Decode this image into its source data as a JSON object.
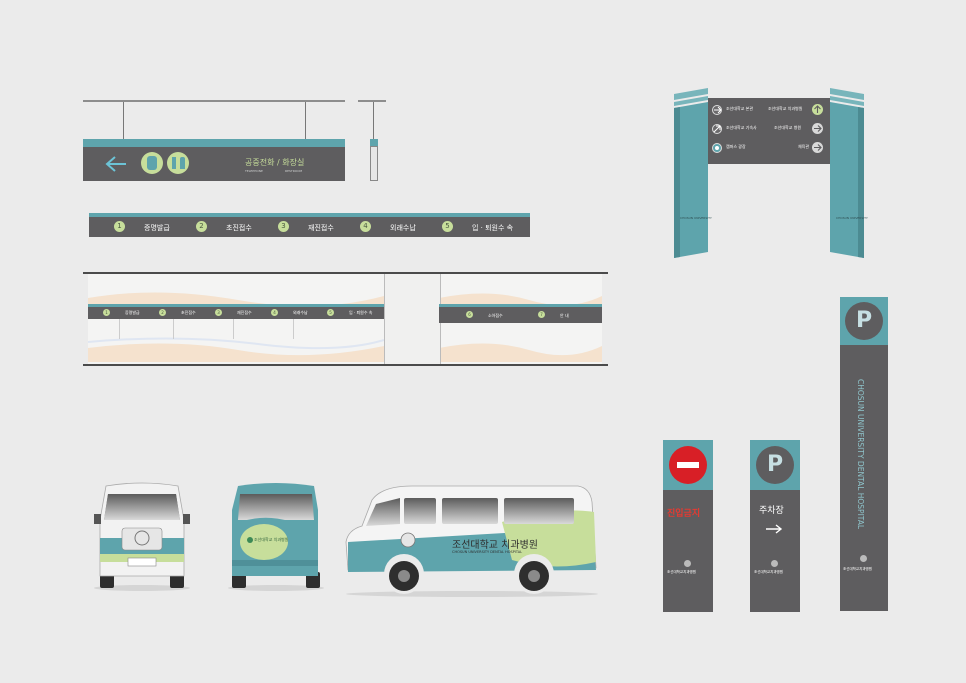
{
  "colors": {
    "teal": "#5ea4ac",
    "grey": "#5e5d5f",
    "green": "#c7de9b",
    "red": "#d81f26",
    "bg": "#ebebeb"
  },
  "hanging_sign": {
    "main_text": "공중전화 / 화장실",
    "sub_left": "TELEPHONE",
    "sub_right": "RESTROOM",
    "icons": [
      "arrow-left-icon",
      "telephone-icon",
      "restroom-icon"
    ]
  },
  "counter_sign": {
    "items": [
      {
        "num": "1",
        "label": "증명발급"
      },
      {
        "num": "2",
        "label": "초진접수"
      },
      {
        "num": "3",
        "label": "재진접수"
      },
      {
        "num": "4",
        "label": "외래수납"
      },
      {
        "num": "5",
        "label": "입 · 퇴원수 속"
      }
    ]
  },
  "reception_desk": {
    "left_items": [
      {
        "num": "1",
        "label": "증명발급"
      },
      {
        "num": "2",
        "label": "초진접수"
      },
      {
        "num": "3",
        "label": "재진접수"
      },
      {
        "num": "4",
        "label": "외래수납"
      },
      {
        "num": "5",
        "label": "입 · 퇴원수 속"
      }
    ],
    "right_items": [
      {
        "num": "6",
        "label": "소아접수"
      },
      {
        "num": "7",
        "label": "안 내"
      }
    ]
  },
  "gate_sign": {
    "left_rows": [
      {
        "icon": "arrow-right-icon",
        "label": "조선대학교 본관"
      },
      {
        "icon": "arrow-up-right-icon",
        "label": "조선대학교 기숙사"
      },
      {
        "icon": "campus-icon",
        "label": "캠퍼스 광장"
      }
    ],
    "right_rows": [
      {
        "label": "조선대학교 치과병원",
        "icon": "arrow-up-icon"
      },
      {
        "label": "조선대학교 병원",
        "icon": "arrow-right-icon"
      },
      {
        "label": "체육관",
        "icon": "arrow-right-icon"
      }
    ],
    "post_text": "CHOSUN UNIVERSITY"
  },
  "vehicle": {
    "name_kr": "조선대학교 치과병원",
    "name_en": "CHOSUN UNIVERSITY DENTAL HOSPITAL"
  },
  "posts": {
    "no_entry_label": "진입금지",
    "parking_label": "주차장",
    "parking_symbol": "P",
    "tall_text": "CHOSUN UNIVERSITY DENTAL HOSPITAL",
    "footer": "조선대학교치과병원"
  }
}
